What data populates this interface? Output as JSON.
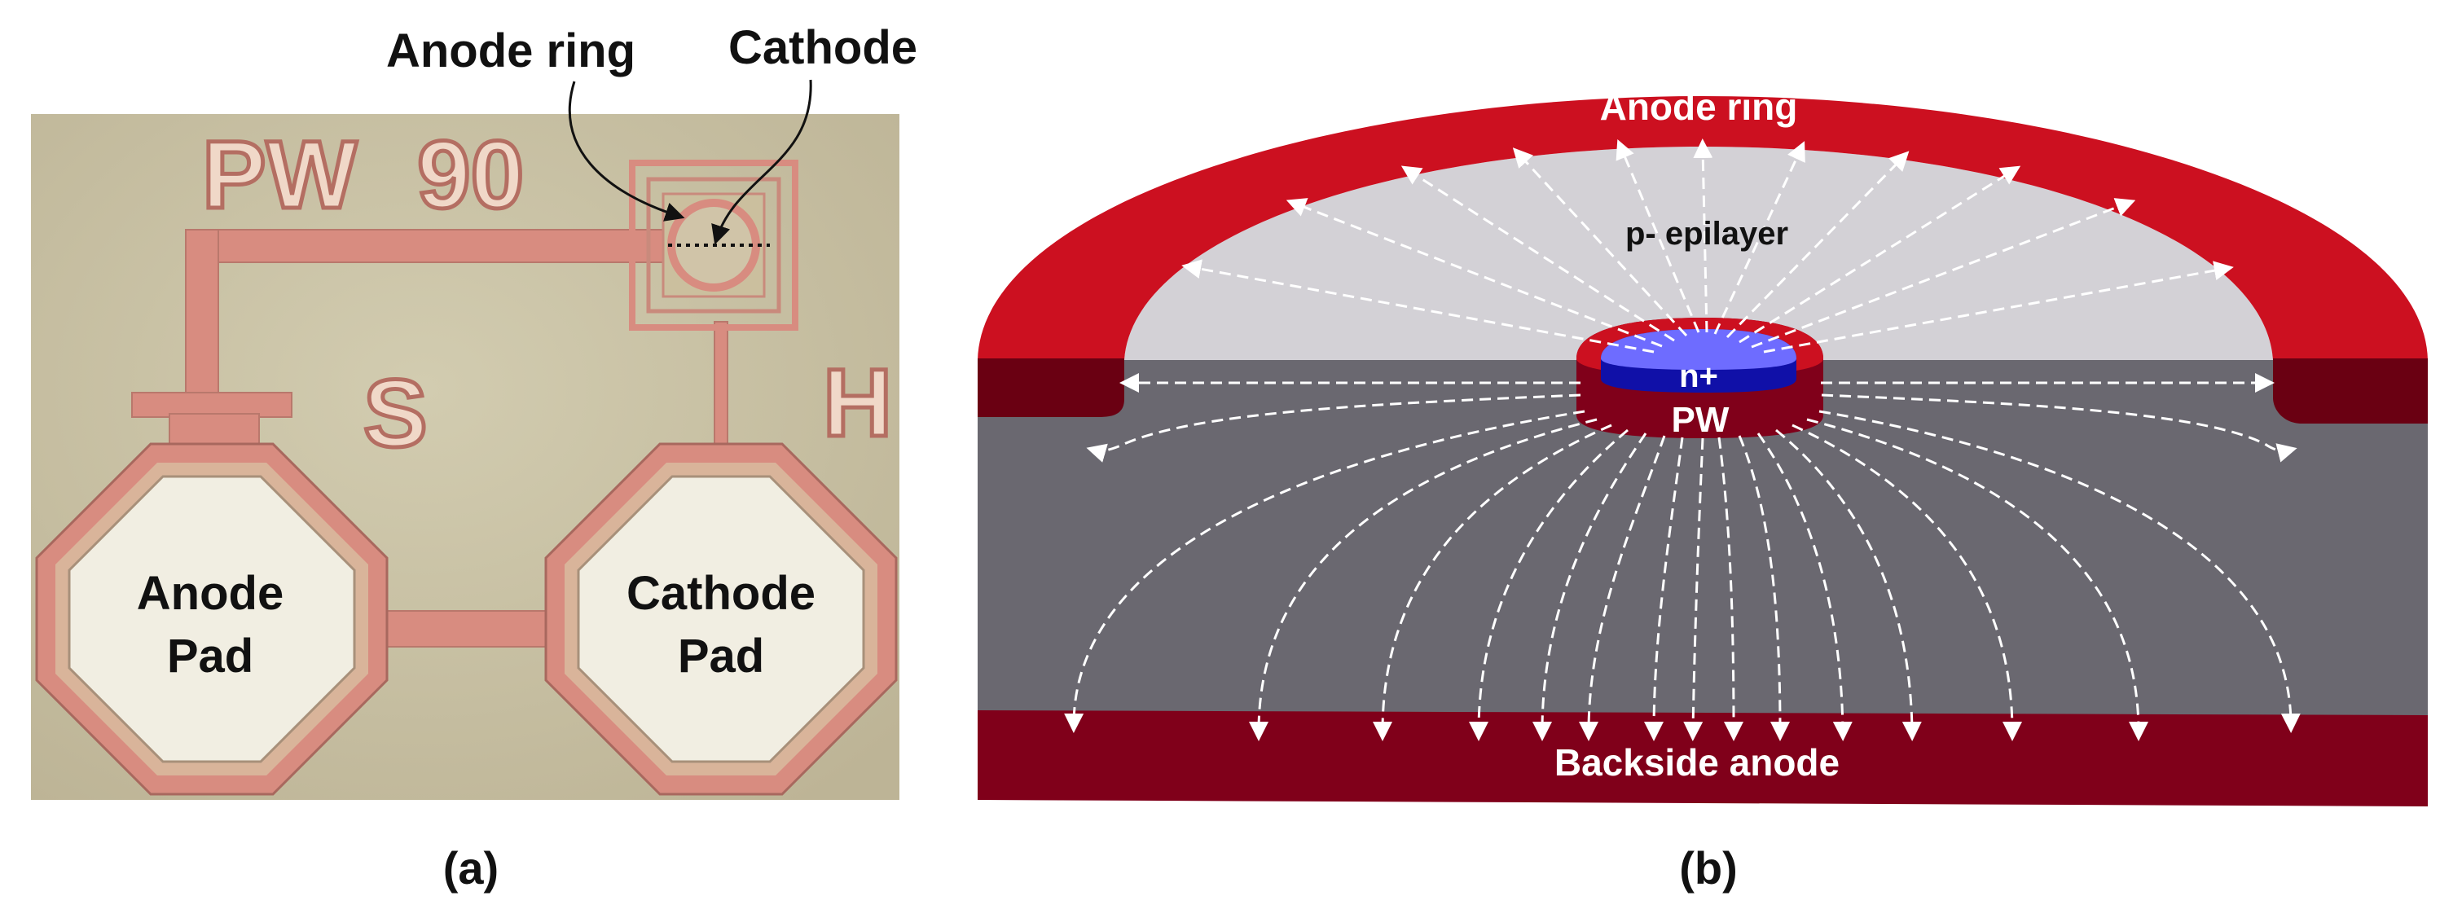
{
  "panel_a": {
    "caption": "(a)",
    "callouts": {
      "anode_ring": "Anode ring",
      "cathode": "Cathode"
    },
    "chip_markings": {
      "top_left": "PW",
      "top_right": "90",
      "left_letter": "S",
      "right_letter": "H"
    },
    "pads": {
      "anode": {
        "line1": "Anode",
        "line2": "Pad"
      },
      "cathode": {
        "line1": "Cathode",
        "line2": "Pad"
      }
    }
  },
  "panel_b": {
    "caption": "(b)",
    "labels": {
      "anode_ring": "Anode ring",
      "epilayer": "p- epilayer",
      "n_plus": "n+",
      "p_well": "PW",
      "backside_anode": "Backside anode"
    }
  },
  "colors": {
    "ring_red": "#cc1020",
    "dark_red": "#80001a",
    "substrate_gray": "#6a6870",
    "epilayer_gray": "#d3d1d6",
    "n_plus_blue": "#1010a8",
    "n_plus_light_blue": "#6e6cff",
    "photo_background": "#c9c0a4",
    "metal_pink": "#d88c80",
    "pad_fill": "#f1eee2"
  }
}
